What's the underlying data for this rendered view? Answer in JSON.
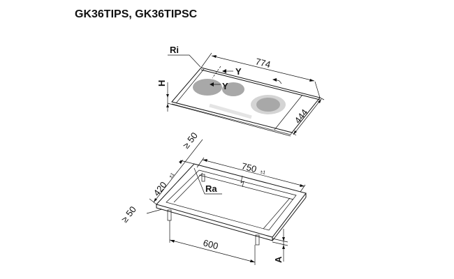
{
  "title": "GK36TIPS, GK36TIPSC",
  "hob": {
    "label_ri": "Ri",
    "label_h": "H",
    "label_y1": "Y",
    "label_y2": "Y",
    "width": "774",
    "depth": "444"
  },
  "cutout": {
    "label_ra": "Ra",
    "label_a": "A",
    "width": "750",
    "width_tol": "±1",
    "depth": "420",
    "depth_tol": "±1",
    "min_back": "≥ 50",
    "min_front": "≥ 50",
    "distance": "600"
  },
  "colors": {
    "zone": "#a8a8a8",
    "zone_ring": "#d4d4d4",
    "bar": "#e4e4e4"
  }
}
